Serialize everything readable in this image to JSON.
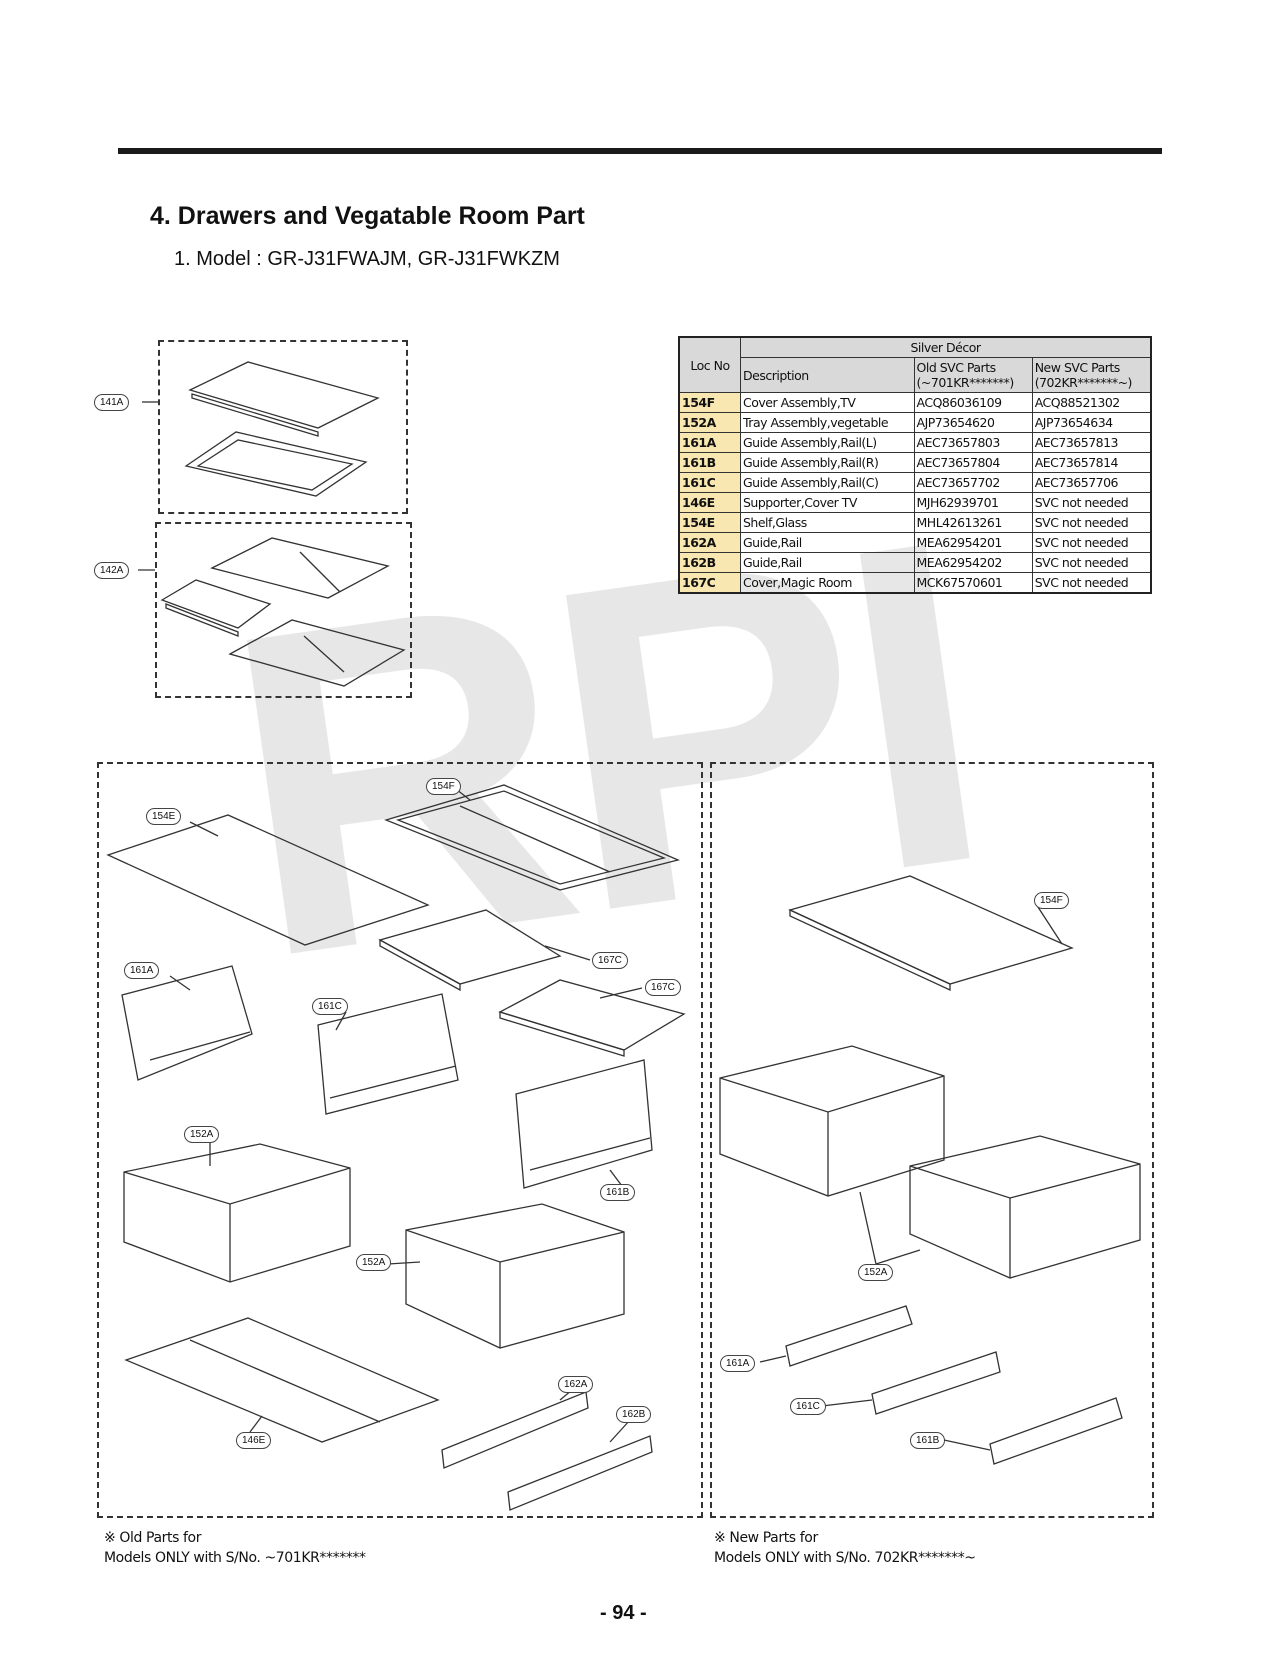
{
  "heading": "4. Drawers and Vegatable Room Part",
  "subheading": "1. Model : GR-J31FWAJM, GR-J31FWKZM",
  "watermark": "RPI",
  "table": {
    "group_header": "Silver Décor",
    "loc_header": "Loc No",
    "desc_header": "Description",
    "old_header_line1": "Old SVC Parts",
    "old_header_line2": "(~701KR*******)",
    "new_header_line1": "New SVC Parts",
    "new_header_line2": "(702KR*******~)",
    "rows": [
      {
        "loc": "154F",
        "desc": "Cover Assembly,TV",
        "old": "ACQ86036109",
        "new": "ACQ88521302"
      },
      {
        "loc": "152A",
        "desc": "Tray Assembly,vegetable",
        "old": "AJP73654620",
        "new": "AJP73654634"
      },
      {
        "loc": "161A",
        "desc": "Guide Assembly,Rail(L)",
        "old": "AEC73657803",
        "new": "AEC73657813"
      },
      {
        "loc": "161B",
        "desc": "Guide Assembly,Rail(R)",
        "old": "AEC73657804",
        "new": "AEC73657814"
      },
      {
        "loc": "161C",
        "desc": "Guide Assembly,Rail(C)",
        "old": "AEC73657702",
        "new": "AEC73657706"
      },
      {
        "loc": "146E",
        "desc": "Supporter,Cover TV",
        "old": "MJH62939701",
        "new": "SVC not needed"
      },
      {
        "loc": "154E",
        "desc": "Shelf,Glass",
        "old": "MHL42613261",
        "new": "SVC not needed"
      },
      {
        "loc": "162A",
        "desc": "Guide,Rail",
        "old": "MEA62954201",
        "new": "SVC not needed"
      },
      {
        "loc": "162B",
        "desc": "Guide,Rail",
        "old": "MEA62954202",
        "new": "SVC not needed"
      },
      {
        "loc": "167C",
        "desc": "Cover,Magic Room",
        "old": "MCK67570601",
        "new": "SVC not needed"
      }
    ]
  },
  "callouts": {
    "c141A": "141A",
    "c142A": "142A",
    "c154E_old": "154E",
    "c154F_old": "154F",
    "c167C_a": "167C",
    "c167C_b": "167C",
    "c161A_old": "161A",
    "c161C_old": "161C",
    "c161B_old": "161B",
    "c152A_old_a": "152A",
    "c152A_old_b": "152A",
    "c162A": "162A",
    "c162B": "162B",
    "c146E": "146E",
    "c154F_new": "154F",
    "c152A_new": "152A",
    "c161A_new": "161A",
    "c161C_new": "161C",
    "c161B_new": "161B"
  },
  "notes": {
    "old_line1": "※ Old Parts for",
    "old_line2": "Models ONLY with S/No. ~701KR*******",
    "new_line1": "※ New Parts for",
    "new_line2": "Models ONLY with S/No. 702KR*******~"
  },
  "page_number": "- 94 -"
}
